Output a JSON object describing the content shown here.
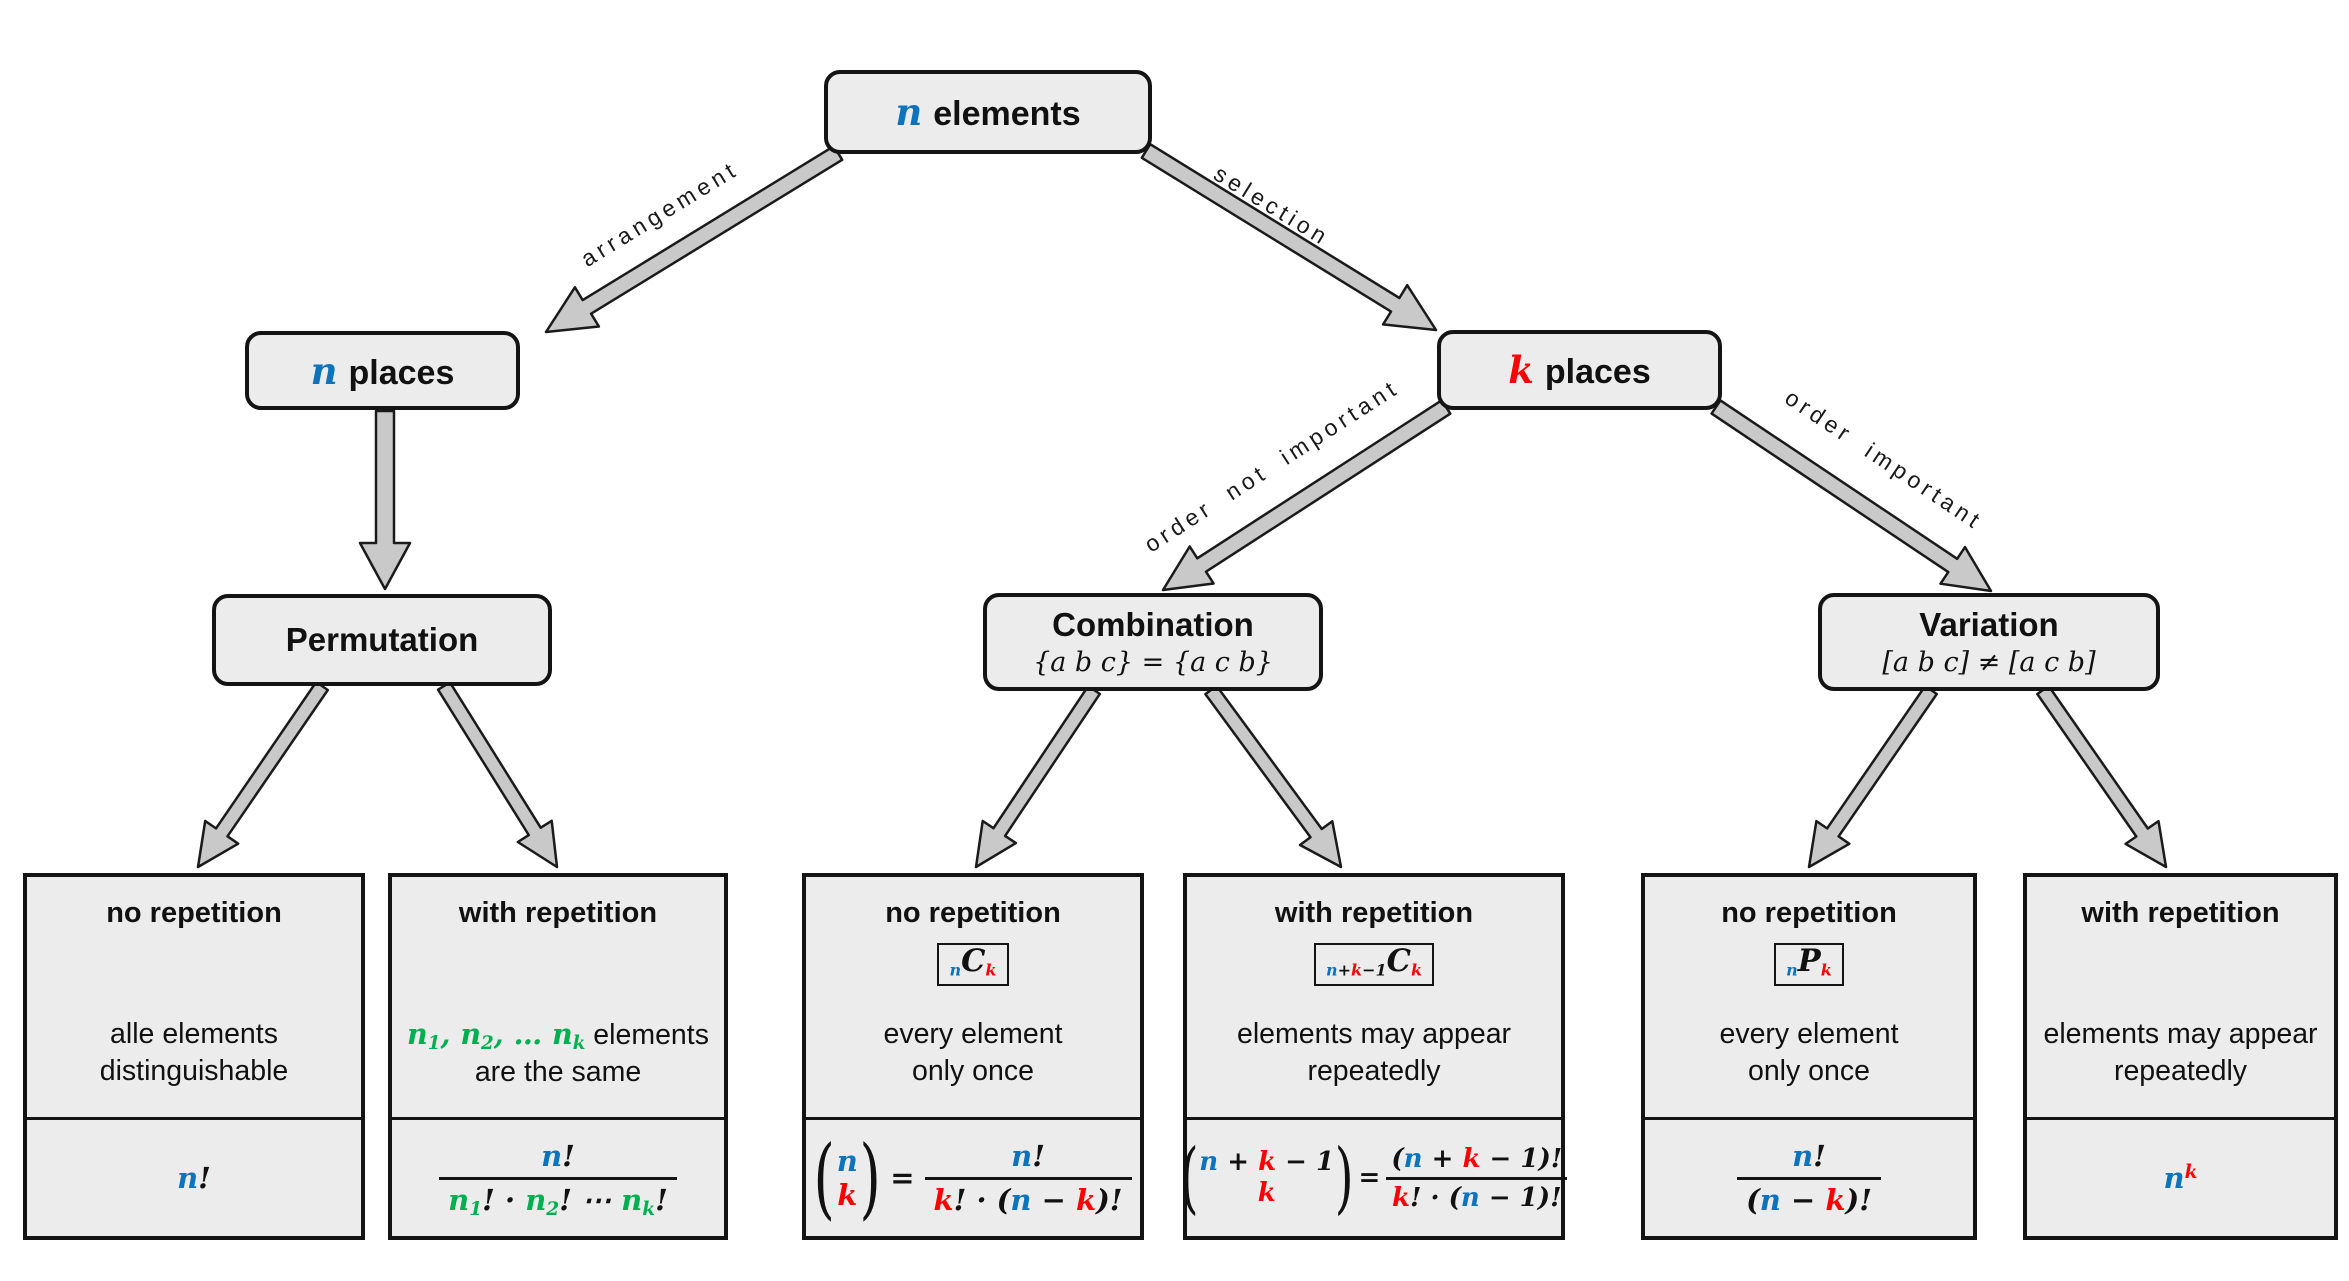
{
  "colors": {
    "blue_n": "#0d73bd",
    "red_k": "#fb0207",
    "green_n_i": "#00b050",
    "box_fill": "#ececec",
    "arrow_fill": "#c9c9c9",
    "outline": "#141414"
  },
  "nodes": {
    "elements": {
      "var": "n",
      "label": "elements"
    },
    "n_places": {
      "var": "n",
      "label": "places"
    },
    "k_places": {
      "var": "k",
      "label": "places"
    },
    "permutation": {
      "title": "Permutation"
    },
    "combination": {
      "title": "Combination",
      "subtitle": "{a b c} = {a c b}"
    },
    "variation": {
      "title": "Variation",
      "subtitle": "[a b c] ≠ [a c b]"
    }
  },
  "edges": {
    "arrangement": "arrangement",
    "selection": "selection",
    "order_not_important": "order not important",
    "order_important": "order important"
  },
  "leaves": {
    "perm_no": {
      "header": "no repetition",
      "body1": [
        {
          "t": "alle elements"
        }
      ],
      "body2": "distinguishable",
      "formula": {
        "inline": [
          {
            "t": "n",
            "c": "b m"
          },
          {
            "t": "!",
            "c": "m"
          }
        ]
      }
    },
    "perm_with": {
      "header": "with repetition",
      "body1": [
        {
          "t": "n",
          "sub": "1",
          "c": "g m"
        },
        {
          "t": ", ",
          "c": "g m"
        },
        {
          "t": "n",
          "sub": "2",
          "c": "g m"
        },
        {
          "t": ", … ",
          "c": "g m"
        },
        {
          "t": "n",
          "sub": "k",
          "c": "g m"
        },
        {
          "t": " elements"
        }
      ],
      "body2": "are the same",
      "formula": {
        "frac": {
          "num": [
            {
              "t": "n",
              "c": "b m"
            },
            {
              "t": "!",
              "c": "m"
            }
          ],
          "den": [
            {
              "t": "n",
              "sub": "1",
              "c": "g m"
            },
            {
              "t": "! · ",
              "c": "m"
            },
            {
              "t": "n",
              "sub": "2",
              "c": "g m"
            },
            {
              "t": "! ⋯ ",
              "c": "m"
            },
            {
              "t": "n",
              "sub": "k",
              "c": "g m"
            },
            {
              "t": "!",
              "c": "m"
            }
          ]
        }
      }
    },
    "comb_no": {
      "header": "no repetition",
      "badge": [
        {
          "sub": "n",
          "c": "b m"
        },
        {
          "t": "C",
          "c": "m mC"
        },
        {
          "sub": "k",
          "c": "r m"
        }
      ],
      "body1": [
        {
          "t": "every element"
        }
      ],
      "body2": "only once",
      "formula": {
        "binom": {
          "open": "(",
          "close": ")",
          "top": [
            {
              "t": "n",
              "c": "b m"
            }
          ],
          "bot": [
            {
              "t": "k",
              "c": "r m"
            }
          ]
        },
        "eq": "=",
        "frac": {
          "num": [
            {
              "t": "n",
              "c": "b m"
            },
            {
              "t": "!",
              "c": "m"
            }
          ],
          "den": [
            {
              "t": "k",
              "c": "r m"
            },
            {
              "t": "! · (",
              "c": "m"
            },
            {
              "t": "n",
              "c": "b m"
            },
            {
              "t": " − ",
              "c": "m"
            },
            {
              "t": "k",
              "c": "r m"
            },
            {
              "t": ")!",
              "c": "m"
            }
          ]
        }
      }
    },
    "comb_with": {
      "header": "with repetition",
      "badge": [
        {
          "sub": "n",
          "c": "b m"
        },
        {
          "sub": "+",
          "c": "m"
        },
        {
          "sub": "k",
          "c": "r m"
        },
        {
          "sub": "−1",
          "c": "m"
        },
        {
          "t": "C",
          "c": "m mC"
        },
        {
          "sub": "k",
          "c": "r m"
        }
      ],
      "body1": [
        {
          "t": "elements may appear"
        }
      ],
      "body2": "repeatedly",
      "formula": {
        "binom": {
          "open": "(",
          "close": ")",
          "top": [
            {
              "t": "n",
              "c": "b m"
            },
            {
              "t": " + ",
              "c": "m"
            },
            {
              "t": "k",
              "c": "r m"
            },
            {
              "t": " − 1",
              "c": "m"
            }
          ],
          "bot": [
            {
              "t": "k",
              "c": "r m"
            }
          ]
        },
        "eq": "=",
        "frac": {
          "num": [
            {
              "t": "(",
              "c": "m"
            },
            {
              "t": "n",
              "c": "b m"
            },
            {
              "t": " + ",
              "c": "m"
            },
            {
              "t": "k",
              "c": "r m"
            },
            {
              "t": " − 1",
              "c": "m"
            },
            {
              "t": ")!",
              "c": "m"
            }
          ],
          "den": [
            {
              "t": "k",
              "c": "r m"
            },
            {
              "t": "! · (",
              "c": "m"
            },
            {
              "t": "n",
              "c": "b m"
            },
            {
              "t": " − 1)!",
              "c": "m"
            }
          ]
        }
      }
    },
    "var_no": {
      "header": "no repetition",
      "badge": [
        {
          "sub": "n",
          "c": "b m"
        },
        {
          "t": "P",
          "c": "m mC"
        },
        {
          "sub": "k",
          "c": "r m"
        }
      ],
      "body1": [
        {
          "t": "every element"
        }
      ],
      "body2": "only once",
      "formula": {
        "frac": {
          "num": [
            {
              "t": "n",
              "c": "b m"
            },
            {
              "t": "!",
              "c": "m"
            }
          ],
          "den": [
            {
              "t": "(",
              "c": "m"
            },
            {
              "t": "n",
              "c": "b m"
            },
            {
              "t": " − ",
              "c": "m"
            },
            {
              "t": "k",
              "c": "r m"
            },
            {
              "t": ")!",
              "c": "m"
            }
          ]
        }
      }
    },
    "var_with": {
      "header": "with repetition",
      "body1": [
        {
          "t": "elements may appear"
        }
      ],
      "body2": "repeatedly",
      "formula": {
        "inline": [
          {
            "t": "n",
            "c": "b m"
          },
          {
            "sup": "k",
            "c": "r m"
          }
        ]
      }
    }
  }
}
